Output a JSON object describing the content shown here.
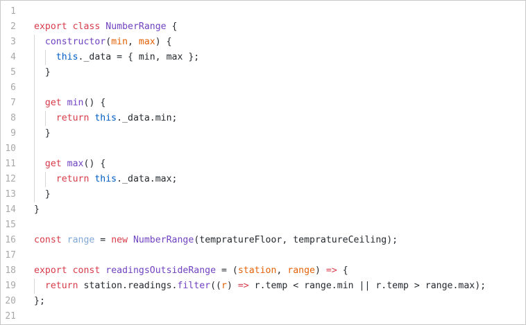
{
  "editor": {
    "language": "javascript",
    "line_count": 21,
    "colors": {
      "keyword": "#d73a49",
      "class_name": "#6f42c1",
      "function_name": "#6f42c1",
      "this": "#005cc5",
      "parameter": "#e36209",
      "variable": "#7fa7d6",
      "text": "#24292e",
      "line_number": "#a8a8a8",
      "indent_guide": "#d6d6d6",
      "border": "#c8c8c8"
    },
    "lines": [
      {
        "n": "1",
        "tokens": []
      },
      {
        "n": "2",
        "tokens": [
          [
            "kw",
            "export"
          ],
          [
            "t",
            " "
          ],
          [
            "kw",
            "class"
          ],
          [
            "t",
            " "
          ],
          [
            "cls",
            "NumberRange"
          ],
          [
            "t",
            " {"
          ]
        ]
      },
      {
        "n": "3",
        "tokens": [
          [
            "t",
            "  "
          ],
          [
            "fn",
            "constructor"
          ],
          [
            "t",
            "("
          ],
          [
            "prm",
            "min"
          ],
          [
            "t",
            ", "
          ],
          [
            "prm",
            "max"
          ],
          [
            "t",
            ") {"
          ]
        ]
      },
      {
        "n": "4",
        "tokens": [
          [
            "t",
            "    "
          ],
          [
            "ths",
            "this"
          ],
          [
            "t",
            "._data = { min, max };"
          ]
        ]
      },
      {
        "n": "5",
        "tokens": [
          [
            "t",
            "  }"
          ]
        ]
      },
      {
        "n": "6",
        "tokens": []
      },
      {
        "n": "7",
        "tokens": [
          [
            "t",
            "  "
          ],
          [
            "kw",
            "get"
          ],
          [
            "t",
            " "
          ],
          [
            "fn",
            "min"
          ],
          [
            "t",
            "() {"
          ]
        ]
      },
      {
        "n": "8",
        "tokens": [
          [
            "t",
            "    "
          ],
          [
            "kw",
            "return"
          ],
          [
            "t",
            " "
          ],
          [
            "ths",
            "this"
          ],
          [
            "t",
            "._data.min;"
          ]
        ]
      },
      {
        "n": "9",
        "tokens": [
          [
            "t",
            "  }"
          ]
        ]
      },
      {
        "n": "10",
        "tokens": []
      },
      {
        "n": "11",
        "tokens": [
          [
            "t",
            "  "
          ],
          [
            "kw",
            "get"
          ],
          [
            "t",
            " "
          ],
          [
            "fn",
            "max"
          ],
          [
            "t",
            "() {"
          ]
        ]
      },
      {
        "n": "12",
        "tokens": [
          [
            "t",
            "    "
          ],
          [
            "kw",
            "return"
          ],
          [
            "t",
            " "
          ],
          [
            "ths",
            "this"
          ],
          [
            "t",
            "._data.max;"
          ]
        ]
      },
      {
        "n": "13",
        "tokens": [
          [
            "t",
            "  }"
          ]
        ]
      },
      {
        "n": "14",
        "tokens": [
          [
            "t",
            "}"
          ]
        ]
      },
      {
        "n": "15",
        "tokens": []
      },
      {
        "n": "16",
        "tokens": [
          [
            "kw",
            "const"
          ],
          [
            "t",
            " "
          ],
          [
            "var",
            "range"
          ],
          [
            "t",
            " = "
          ],
          [
            "kw",
            "new"
          ],
          [
            "t",
            " "
          ],
          [
            "cls",
            "NumberRange"
          ],
          [
            "t",
            "(tempratureFloor, tempratureCeiling);"
          ]
        ]
      },
      {
        "n": "17",
        "tokens": []
      },
      {
        "n": "18",
        "tokens": [
          [
            "kw",
            "export"
          ],
          [
            "t",
            " "
          ],
          [
            "kw",
            "const"
          ],
          [
            "t",
            " "
          ],
          [
            "fn",
            "readingsOutsideRange"
          ],
          [
            "t",
            " = ("
          ],
          [
            "prm",
            "station"
          ],
          [
            "t",
            ", "
          ],
          [
            "prm",
            "range"
          ],
          [
            "t",
            ") "
          ],
          [
            "kw",
            "=>"
          ],
          [
            "t",
            " {"
          ]
        ]
      },
      {
        "n": "19",
        "tokens": [
          [
            "t",
            "  "
          ],
          [
            "kw",
            "return"
          ],
          [
            "t",
            " station.readings."
          ],
          [
            "fn",
            "filter"
          ],
          [
            "t",
            "(("
          ],
          [
            "prm",
            "r"
          ],
          [
            "t",
            ") "
          ],
          [
            "kw",
            "=>"
          ],
          [
            "t",
            " r.temp < range.min || r.temp > range.max);"
          ]
        ]
      },
      {
        "n": "20",
        "tokens": [
          [
            "t",
            "};"
          ]
        ]
      },
      {
        "n": "21",
        "tokens": []
      }
    ],
    "indent_guides": [
      {
        "line": 3,
        "levels": [
          1
        ]
      },
      {
        "line": 4,
        "levels": [
          1,
          2
        ]
      },
      {
        "line": 5,
        "levels": [
          1
        ]
      },
      {
        "line": 6,
        "levels": [
          1
        ]
      },
      {
        "line": 7,
        "levels": [
          1
        ]
      },
      {
        "line": 8,
        "levels": [
          1,
          2
        ]
      },
      {
        "line": 9,
        "levels": [
          1
        ]
      },
      {
        "line": 10,
        "levels": [
          1
        ]
      },
      {
        "line": 11,
        "levels": [
          1
        ]
      },
      {
        "line": 12,
        "levels": [
          1,
          2
        ]
      },
      {
        "line": 13,
        "levels": [
          1
        ]
      },
      {
        "line": 19,
        "levels": [
          1
        ]
      }
    ]
  }
}
